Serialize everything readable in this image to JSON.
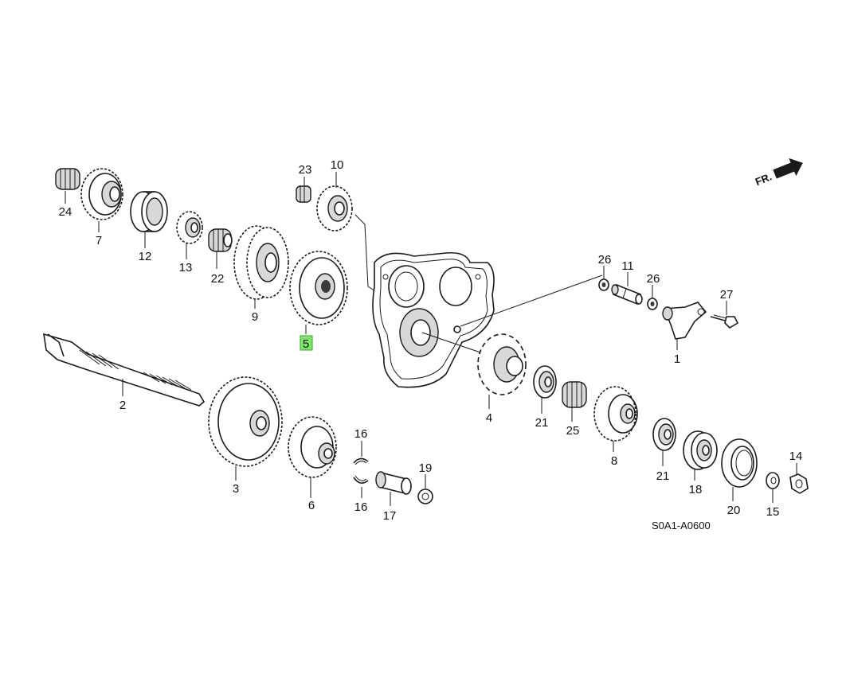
{
  "diagram": {
    "reference_code": "S0A1-A0600",
    "front_indicator": "FR.",
    "highlighted_label": "5",
    "labels": {
      "p1": "1",
      "p2": "2",
      "p3": "3",
      "p4": "4",
      "p5": "5",
      "p6": "6",
      "p7": "7",
      "p8": "8",
      "p9": "9",
      "p10": "10",
      "p11": "11",
      "p12": "12",
      "p13": "13",
      "p14": "14",
      "p15": "15",
      "p16a": "16",
      "p16b": "16",
      "p17": "17",
      "p18": "18",
      "p19": "19",
      "p20": "20",
      "p21a": "21",
      "p21b": "21",
      "p22": "22",
      "p23": "23",
      "p24": "24",
      "p25": "25",
      "p26a": "26",
      "p26b": "26",
      "p27": "27"
    }
  }
}
